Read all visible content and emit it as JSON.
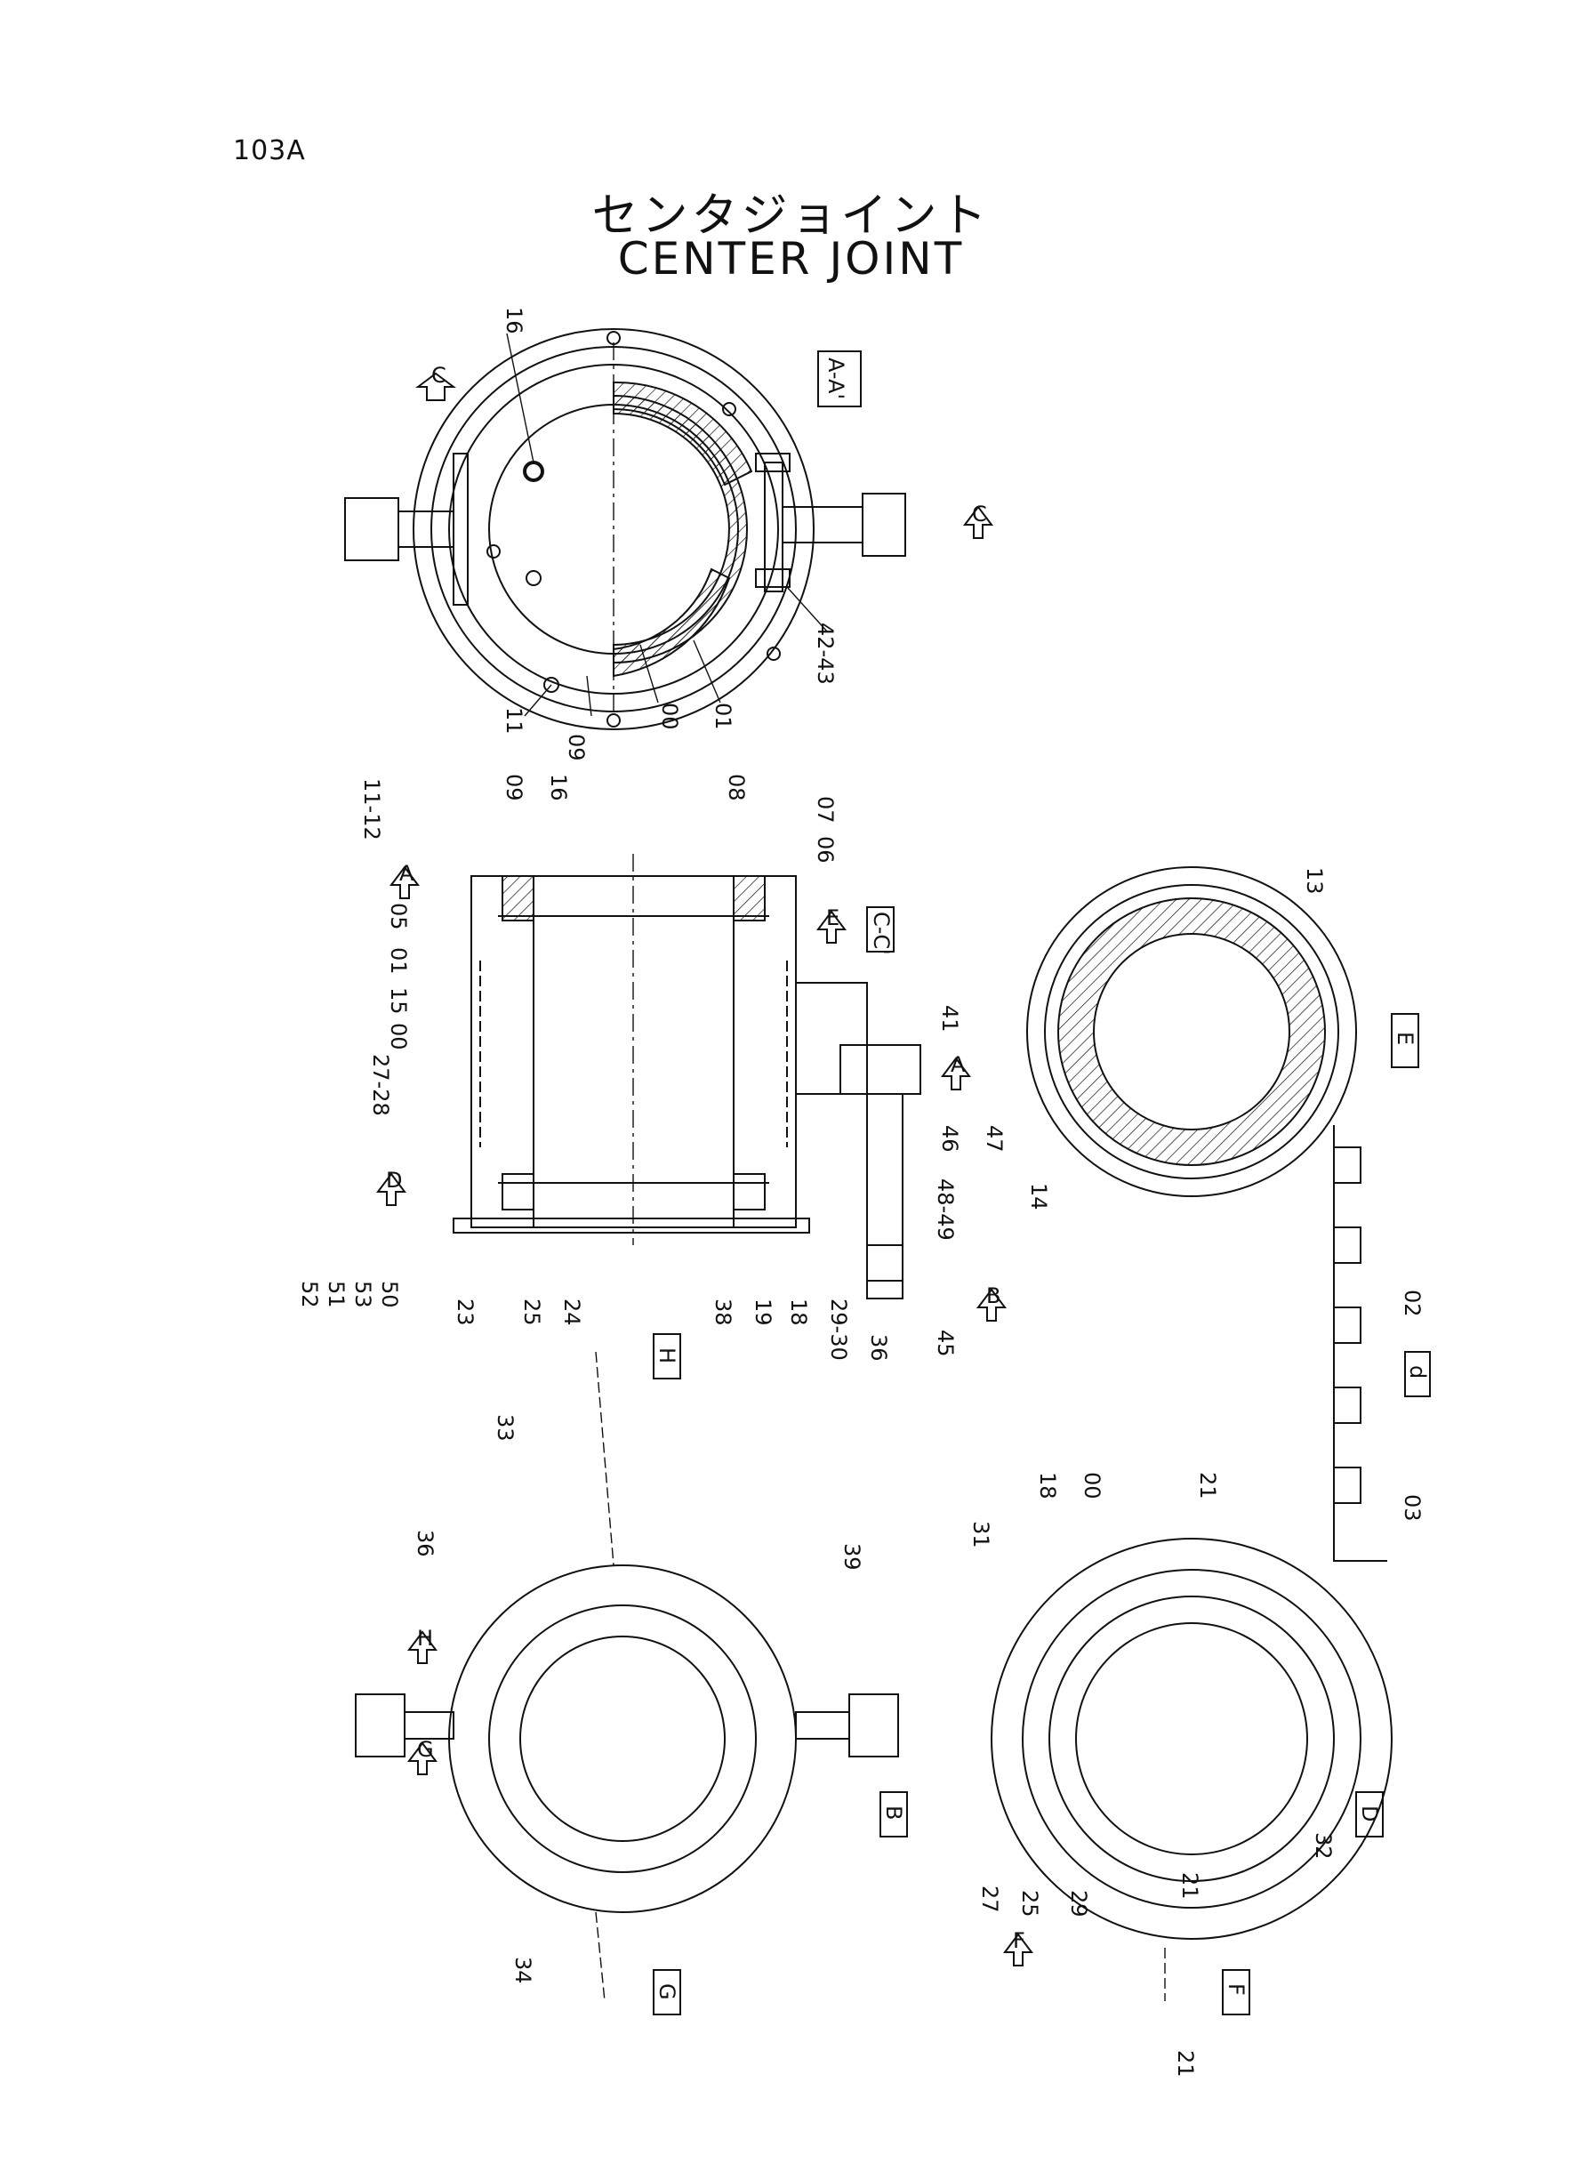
{
  "page_code": "103A",
  "title_jp": "センタジョイント",
  "title_en": "CENTER JOINT",
  "labels": {
    "aa_section": "A-A'",
    "cc_section": "C-C'",
    "view_e": "E",
    "view_d_lower": "d",
    "view_b": "B",
    "view_d": "D",
    "view_f": "F",
    "view_g": "G",
    "view_h": "H",
    "arrow_c_top": "C",
    "arrow_c_right": "C",
    "arrow_a_left": "A",
    "arrow_e": "E",
    "arrow_a_right": "A",
    "arrow_d": "D",
    "arrow_b": "B",
    "arrow_h": "H",
    "arrow_g": "G",
    "arrow_f": "F"
  },
  "part_numbers": {
    "p16_top": "16",
    "p11_top": "11",
    "p09_top": "09",
    "p00_top": "00",
    "p01_top": "01",
    "p42_43": "42-43",
    "p11_12": "11-12",
    "p09_mid": "09",
    "p16_mid": "16",
    "p05": "05",
    "p01_mid": "01",
    "p15": "15",
    "p00_mid": "00",
    "p27_28": "27-28",
    "p08": "08",
    "p07": "07",
    "p06": "06",
    "p41": "41",
    "p46": "46",
    "p47": "47",
    "p48_49": "48-49",
    "p45": "45",
    "p52": "52",
    "p51": "51",
    "p53": "53",
    "p50": "50",
    "p23": "23",
    "p25_mid": "25",
    "p24": "24",
    "p38": "38",
    "p19": "19",
    "p18_mid": "18",
    "p29_30": "29-30",
    "p36_mid": "36",
    "p13": "13",
    "p14": "14",
    "p02": "02",
    "p03": "03",
    "p33": "33",
    "p36_b": "36",
    "p39": "39",
    "p34": "34",
    "p31": "31",
    "p18_d": "18",
    "p00_d": "00",
    "p21_a": "21",
    "p32": "32",
    "p21_b": "21",
    "p27_d": "27",
    "p25_d": "25",
    "p29_d": "29",
    "p21_c": "21"
  }
}
